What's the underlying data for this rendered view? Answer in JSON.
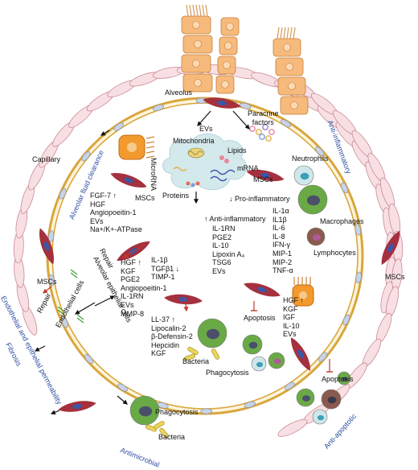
{
  "labels": {
    "alveolus": "Alveolus",
    "paracrine_factors": "Paracrine\nfactors",
    "evs": "EVs",
    "mitochondria": "Mitochondria",
    "lipids": "Lipids",
    "mrna": "mRNA",
    "microrna": "MicroRNA",
    "proteins": "Proteins",
    "mscs_center": "MSCs",
    "capillary": "Capillary",
    "alveolar_fluid_clearance": "Alveolar fluid clearance",
    "anti_inflammatory": "Anti-inflammatory",
    "neutrophils": "Neutrophils",
    "macrophages": "Macrophages",
    "lymphocytes": "Lymphocytes",
    "mscs_fluid": "MSCs",
    "repair_epithelial": "Repair",
    "alveolar_epithelial_cells": "Alveolar epithelial cells",
    "mscs_left": "MSCs",
    "repair_endothelial": "Repair",
    "endothelial_cells": "Endothelial cells",
    "endothelial_epithelial_permeability": "Endothelial and epithelial  permeability",
    "fibrosis": "Fibrosis",
    "apoptosis_center": "Apoptosis",
    "bacteria_center": "Bacteria",
    "phagocytosis_center": "Phagocytosis",
    "apoptosis_right": "Apoptosis",
    "anti_apoptotic": "Anti-apoptotic",
    "mscs_right": "MSCs",
    "phagocytosis_bottom": "Phagocytosis",
    "bacteria_bottom": "Bacteria",
    "antimicrobial": "Antimicrobial"
  },
  "lists": {
    "fluid_clearance": [
      "FGF-7 ↑",
      "HGF",
      "Angiopoeitin-1",
      "EVs",
      "Na+/K+-ATPase"
    ],
    "pro_inflammatory_header": "↓ Pro-inflammatory",
    "pro_inflammatory": [
      "IL-1α",
      "IL1β",
      "IL-6",
      "IL-8",
      "IFN-γ",
      "MIP-1",
      "MIP-2",
      "TNF-α"
    ],
    "anti_inflammatory_header": "↑ Anti-inflammatory",
    "anti_inflammatory": [
      "IL-1RN",
      "PGE2",
      "IL-10",
      "Lipoxin A₄",
      "TSG6",
      "EVs"
    ],
    "epithelial_repair_up": [
      "HGF ↑",
      "KGF",
      "PGE2",
      "Angiopoeitin-1",
      "IL-1RN",
      "EVs",
      "MMP-8"
    ],
    "epithelial_repair_down": [
      "IL-1β",
      "TGFβ1 ↓",
      "TIMP-1"
    ],
    "antimicrobial_factors": [
      "LL-37 ↑",
      "Lipocalin-2",
      "β-Defensin-2",
      "Hepcidin",
      "KGF"
    ],
    "anti_apoptotic_factors": [
      "HGF ↑",
      "KGF",
      "IGF",
      "IL-10",
      "EVs"
    ]
  },
  "colors": {
    "membrane": "#d9a63c",
    "alveolar_fill": "#fdf5dc",
    "endothelial": "#f8dfe3",
    "endothelial_stroke": "#c98a96",
    "epithelial_cell": "#f6ba7c",
    "msc": "#a5303e",
    "msc_nucleus": "#3d56a6",
    "ev_cloud": "#d4e9ec",
    "macrophage": "#6aaa46",
    "neutrophil": "#cfe7ea",
    "lymphocyte": "#8b5a4e",
    "blue_label": "#2e4fa0"
  }
}
